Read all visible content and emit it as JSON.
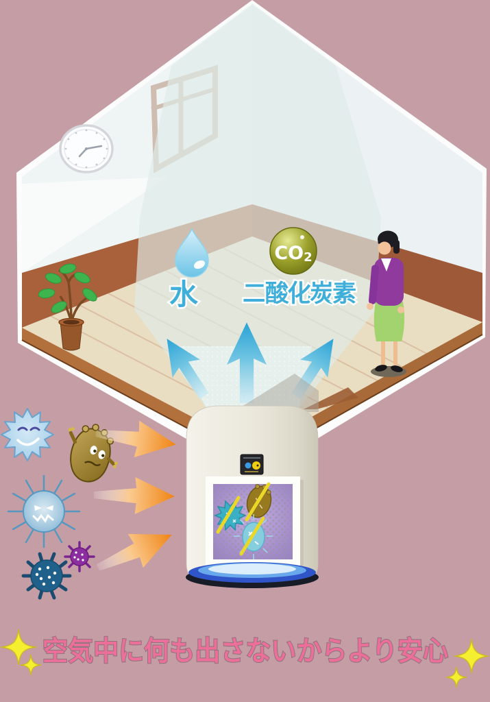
{
  "scene": {
    "background_color": "#c59da5",
    "caption": {
      "text": "空気中に何も出さないからより安心",
      "color": "#ec6f99",
      "sparkle_color": "#f4ef2f"
    },
    "emissions": {
      "water": {
        "label": "水",
        "label_color": "#3fafda",
        "droplet_color": "#7ec8e6"
      },
      "co2": {
        "symbol_main": "CO",
        "symbol_sub": "2",
        "label": "二酸化炭素",
        "label_color": "#3fafda",
        "ball_color": "#8f941f"
      }
    },
    "airflow": {
      "arrow_color": "#2da4d8",
      "mist_color": "#dfeae7",
      "arrow_icons": [
        "up-left-arrow-icon",
        "up-arrow-icon",
        "up-right-arrow-icon"
      ]
    },
    "intake": {
      "arrow_color": "#f08c1a",
      "arrow_icons": [
        "right-arrow-icon",
        "right-arrow-icon",
        "right-arrow-icon"
      ],
      "germ_icons": [
        {
          "name": "spiky-sun-virus-icon",
          "color": "#9dcbe8"
        },
        {
          "name": "blob-bacterium-icon",
          "color": "#9a7c28"
        },
        {
          "name": "urchin-virus-icon",
          "color": "#7fb2d4"
        },
        {
          "name": "small-purple-virus-icon",
          "color": "#8c2da0"
        },
        {
          "name": "navy-virus-icon",
          "color": "#20618c"
        }
      ]
    },
    "purifier": {
      "body_color": "#ece9dd",
      "badge_colors": {
        "panel": "#26262a",
        "blue_dot": "#3b9ae0",
        "yellow_dot": "#f0cd12"
      },
      "glow_color": "#7fb8f0",
      "filter_window": {
        "frame_color": "#fdfdfa",
        "mesh_color": "#a98fd0",
        "slash_color": "#ead828",
        "germ_icons": [
          "teal-star-virus-icon",
          "brown-blob-virus-icon",
          "blue-oval-virus-icon"
        ]
      }
    },
    "room": {
      "wall_color": "#eff5f5",
      "lower_wall_color": "#a9613c",
      "floor_color": "#e9ddc2",
      "decor_icons": [
        "window-icon",
        "wall-clock-icon",
        "potted-plant-icon",
        "standing-woman-figure"
      ]
    }
  }
}
